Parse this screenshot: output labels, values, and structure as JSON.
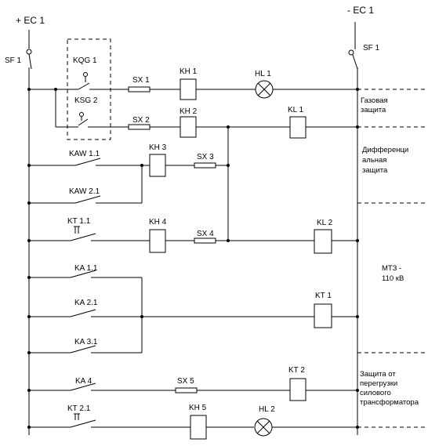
{
  "bus": {
    "plus": "+ EC 1",
    "minus": "- EC 1"
  },
  "breakers": {
    "left": "SF 1",
    "right": "SF 1"
  },
  "contacts": {
    "kqg1": "KQG 1",
    "ksg2": "KSG 2",
    "kaw11": "KAW 1.1",
    "kaw21": "KAW 2.1",
    "kt11": "KT 1.1",
    "ka11": "KA 1.1",
    "ka21": "KA 2.1",
    "ka31": "KA 3.1",
    "ka4": "KA 4",
    "kt21": "KT 2.1"
  },
  "fuses": {
    "sx1": "SX 1",
    "sx2": "SX 2",
    "sx3": "SX 3",
    "sx4": "SX 4",
    "sx5": "SX 5"
  },
  "relays": {
    "kh1": "KH 1",
    "kh2": "KH 2",
    "kh3": "KH 3",
    "kh4": "KH 4",
    "kh5": "KH 5",
    "kl1": "KL 1",
    "kl2": "KL 2",
    "kt1": "KT 1",
    "kt2": "KT 2"
  },
  "lamps": {
    "hl1": "HL 1",
    "hl2": "HL 2"
  },
  "zones": {
    "gas": [
      "Газовая",
      "защита"
    ],
    "diff": [
      "Дифференци",
      "альная",
      "защита"
    ],
    "mtz": [
      "МТЗ -",
      "110 кВ"
    ],
    "overload": [
      "Защита от",
      "перегрузки",
      "силового",
      "трансформатора"
    ]
  }
}
